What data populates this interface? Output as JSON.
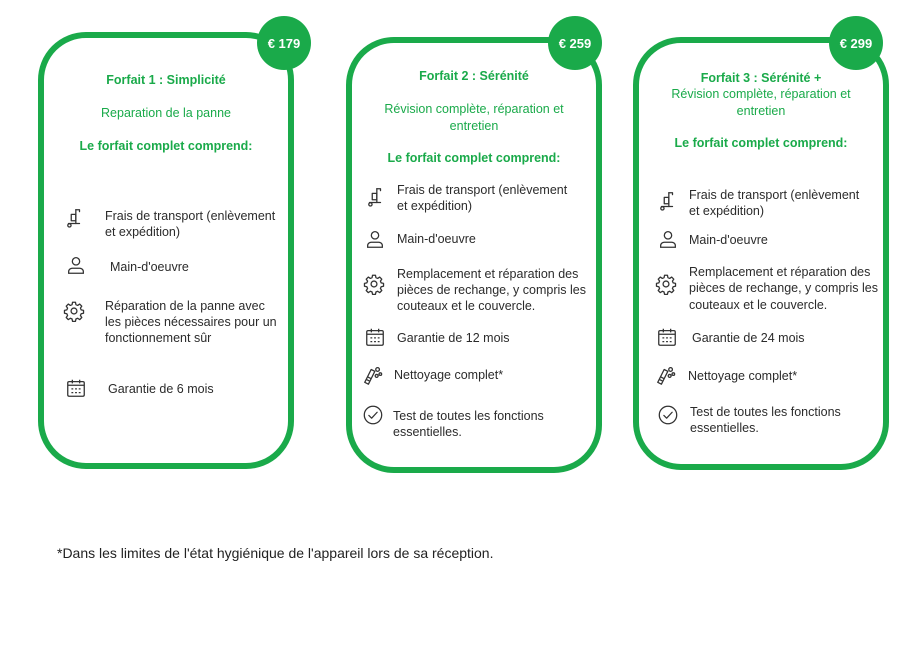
{
  "packages": [
    {
      "price": "€ 179",
      "title": "Forfait  1 : Simplicité",
      "subtitle": "Reparation de la panne",
      "includes_heading": "Le forfait complet comprend:",
      "items": [
        {
          "icon": "hand-truck-icon",
          "lines": [
            "Frais de transport (enlèvement",
            "et expédition)"
          ]
        },
        {
          "icon": "person-icon",
          "lines": [
            "Main-d'oeuvre"
          ]
        },
        {
          "icon": "gear-icon",
          "lines": [
            "Réparation de la panne avec",
            "les pièces nécessaires pour un",
            "fonctionnement sûr"
          ]
        },
        {
          "icon": "calendar-icon",
          "lines": [
            "Garantie de 6 mois"
          ]
        }
      ]
    },
    {
      "price": "€ 259",
      "title": "Forfait 2 : Sérénité",
      "subtitle_lines": [
        "Révision complète, réparation et",
        "entretien"
      ],
      "includes_heading": "Le forfait complet comprend:",
      "items": [
        {
          "icon": "hand-truck-icon",
          "lines": [
            "Frais de transport (enlèvement",
            "et expédition)"
          ]
        },
        {
          "icon": "person-icon",
          "lines": [
            "Main-d'oeuvre"
          ]
        },
        {
          "icon": "gear-icon",
          "lines": [
            "Remplacement et réparation des",
            "pièces de rechange, y compris les",
            "couteaux et le couvercle."
          ]
        },
        {
          "icon": "calendar-icon",
          "lines": [
            "Garantie de 12 mois"
          ]
        },
        {
          "icon": "cleaning-icon",
          "lines": [
            "Nettoyage complet*"
          ]
        },
        {
          "icon": "check-circle-icon",
          "lines": [
            "Test de toutes les fonctions",
            "essentielles."
          ]
        }
      ]
    },
    {
      "price": "€ 299",
      "title": "Forfait 3 : Sérénité +",
      "subtitle_lines": [
        "Révision complète, réparation et",
        "entretien"
      ],
      "includes_heading": "Le forfait complet comprend:",
      "items": [
        {
          "icon": "hand-truck-icon",
          "lines": [
            "Frais de transport (enlèvement",
            "et expédition)"
          ]
        },
        {
          "icon": "person-icon",
          "lines": [
            "Main-d'oeuvre"
          ]
        },
        {
          "icon": "gear-icon",
          "lines": [
            "Remplacement et réparation des",
            "pièces de rechange, y compris les",
            "couteaux et le couvercle."
          ]
        },
        {
          "icon": "calendar-icon",
          "lines": [
            "Garantie de 24 mois"
          ]
        },
        {
          "icon": "cleaning-icon",
          "lines": [
            "Nettoyage complet*"
          ]
        },
        {
          "icon": "check-circle-icon",
          "lines": [
            "Test de toutes les fonctions",
            "essentielles."
          ]
        }
      ]
    }
  ],
  "footnote": "*Dans les limites de l'état hygiénique de l'appareil lors de sa réception.",
  "colors": {
    "accent": "#1aaa4a",
    "text": "#2b2b2b",
    "icon": "#333333"
  }
}
